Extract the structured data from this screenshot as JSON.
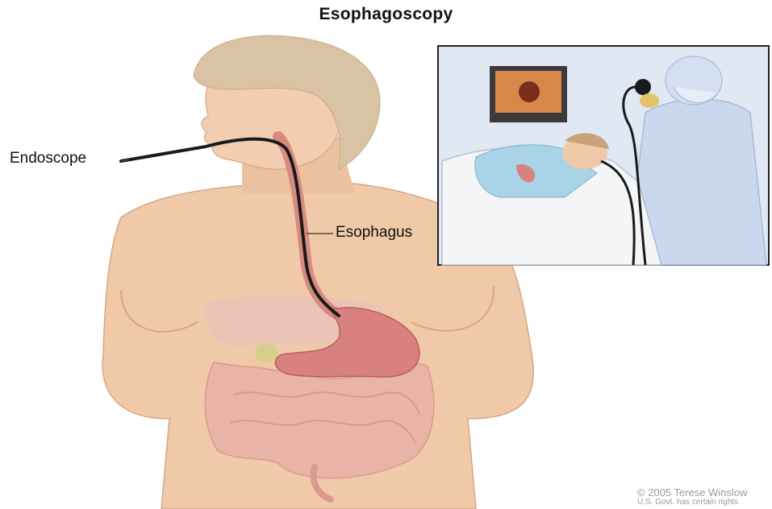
{
  "title": "Esophagoscopy",
  "labels": {
    "endoscope": "Endoscope",
    "esophagus": "Esophagus"
  },
  "credit": {
    "line1": "© 2005 Terese Winslow",
    "line2": "U.S. Govt. has certain rights"
  },
  "colors": {
    "skin": "#f0c9a8",
    "skin_shadow": "#d9a783",
    "hair": "#d9c3a4",
    "esophagus": "#d88a80",
    "stomach": "#d98080",
    "intestine": "#e9b3a8",
    "endoscope": "#1a1a1a",
    "inset_bg": "#dfe8f3",
    "gown": "#c9d8ee"
  }
}
